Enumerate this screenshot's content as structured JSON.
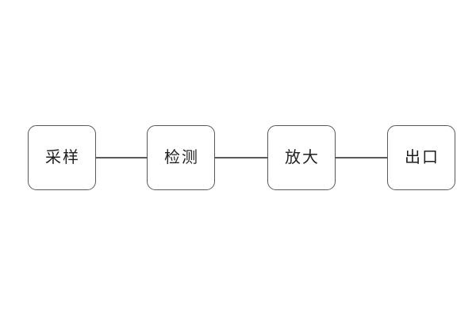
{
  "diagram": {
    "type": "flowchart",
    "direction": "left-to-right",
    "nodes": [
      {
        "id": "sampling",
        "label": "采样"
      },
      {
        "id": "detection",
        "label": "检测"
      },
      {
        "id": "amplification",
        "label": "放大"
      },
      {
        "id": "outlet",
        "label": "出口"
      }
    ],
    "connections": [
      {
        "from": "sampling",
        "to": "detection",
        "style": "plain-line"
      },
      {
        "from": "detection",
        "to": "amplification",
        "style": "plain-line"
      },
      {
        "from": "amplification",
        "to": "outlet",
        "style": "plain-line"
      }
    ],
    "colors": {
      "background": "#ffffff",
      "node_fill": "#ffffff",
      "node_border": "#595959",
      "connector": "#595959",
      "text": "#1f1f1f"
    }
  }
}
